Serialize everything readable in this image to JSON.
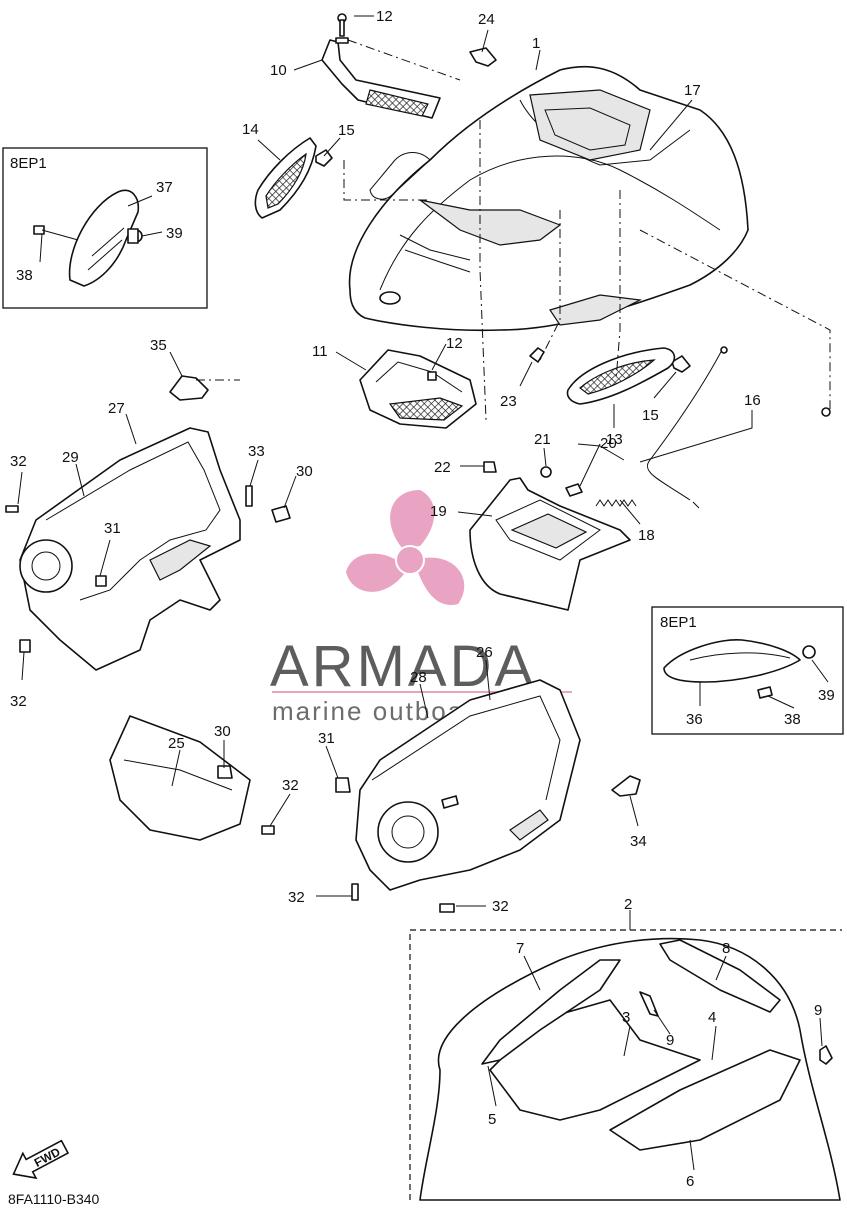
{
  "diagram_code": "8FA1110-B340",
  "fwd_label": "FWD",
  "watermark": {
    "brand": "ARMADA",
    "tagline": "marine outboards",
    "accent_color": "#e8a0c0",
    "logo_icon": "propeller-icon"
  },
  "insets": [
    {
      "title": "8EP1",
      "parts": [
        "37",
        "38",
        "39"
      ]
    },
    {
      "title": "8EP1",
      "parts": [
        "36",
        "38",
        "39"
      ]
    }
  ],
  "callouts": {
    "c12a": "12",
    "c24": "24",
    "c1": "1",
    "c10": "10",
    "c17": "17",
    "c14": "14",
    "c15a": "15",
    "c37": "37",
    "c39a": "39",
    "c38a": "38",
    "c35": "35",
    "c11": "11",
    "c12b": "12",
    "c23": "23",
    "c13": "13",
    "c15b": "15",
    "c16": "16",
    "c27": "27",
    "c32a": "32",
    "c29": "29",
    "c33": "33",
    "c30a": "30",
    "c31a": "31",
    "c21": "21",
    "c22": "22",
    "c20": "20",
    "c19": "19",
    "c18": "18",
    "c32b": "32",
    "c36": "36",
    "c38b": "38",
    "c39b": "39",
    "c26": "26",
    "c28": "28",
    "c25": "25",
    "c30b": "30",
    "c31b": "31",
    "c32c": "32",
    "c34": "34",
    "c32d": "32",
    "c32e": "32",
    "c2": "2",
    "c7": "7",
    "c8": "8",
    "c9a": "9",
    "c9b": "9",
    "c3": "3",
    "c4": "4",
    "c5": "5",
    "c6": "6"
  }
}
